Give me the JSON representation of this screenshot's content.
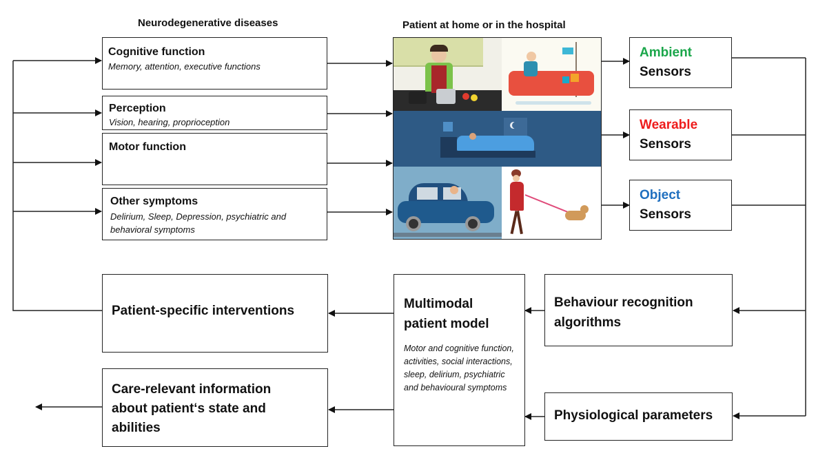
{
  "headers": {
    "left": "Neurodegenerative diseases",
    "middle": "Patient at home or in the hospital"
  },
  "symptoms": [
    {
      "title": "Cognitive function",
      "subtitle": "Memory, attention, executive functions"
    },
    {
      "title": "Perception",
      "subtitle": "Vision, hearing, proprioception"
    },
    {
      "title": "Motor function",
      "subtitle": ""
    },
    {
      "title": "Other symptoms",
      "subtitle": "Delirium, Sleep, Depression, psychiatric and behavioral symptoms"
    }
  ],
  "scenes": [
    "cooking in kitchen",
    "reading on sofa",
    "sleeping in bed",
    "driving a car",
    "walking the dog"
  ],
  "sensors": [
    {
      "type": "Ambient",
      "label": "Sensors",
      "color": "#1aa64a"
    },
    {
      "type": "Wearable",
      "label": "Sensors",
      "color": "#ee1c1c"
    },
    {
      "type": "Object",
      "label": "Sensors",
      "color": "#1f6fbf"
    }
  ],
  "processing": {
    "behaviour": "Behaviour recognition algorithms",
    "physiological": "Physiological parameters"
  },
  "model": {
    "title": "Multimodal patient model",
    "description": "Motor and cognitive function, activities, social interactions, sleep, delirium, psychiatric and behavioural symptoms"
  },
  "outputs": {
    "interventions": "Patient-specific interventions",
    "care_info": "Care-relevant information about patient‘s state and abilities"
  }
}
